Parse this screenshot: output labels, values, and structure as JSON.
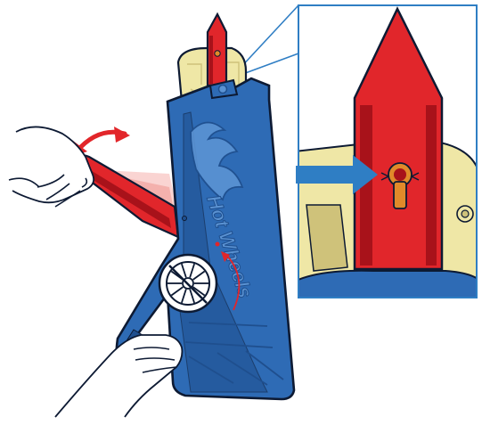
{
  "figure": {
    "brand_logo_text": "Hot Wheels",
    "colors": {
      "background": "#ffffff",
      "body_blue": "#2e6bb5",
      "body_blue_dark": "#1f4f8e",
      "body_blue_light": "#5b93d3",
      "outline": "#0d1a33",
      "red_part": "#e1262b",
      "red_dark": "#a8121a",
      "red_light": "#f27870",
      "cream_part": "#efe7a6",
      "cream_dark": "#cfc27a",
      "slot_orange": "#e08a2a",
      "arrow_blue": "#2f7ec4",
      "callout_line": "#2f7ec4",
      "motion_arrow": "#e2262a",
      "skin": "#ffffff"
    },
    "icons": {
      "rotate_arrow": "curved-double-arrow",
      "pointer_arrow": "right-arrow",
      "wheel": "spoked-wheel",
      "hand": "hand"
    }
  }
}
